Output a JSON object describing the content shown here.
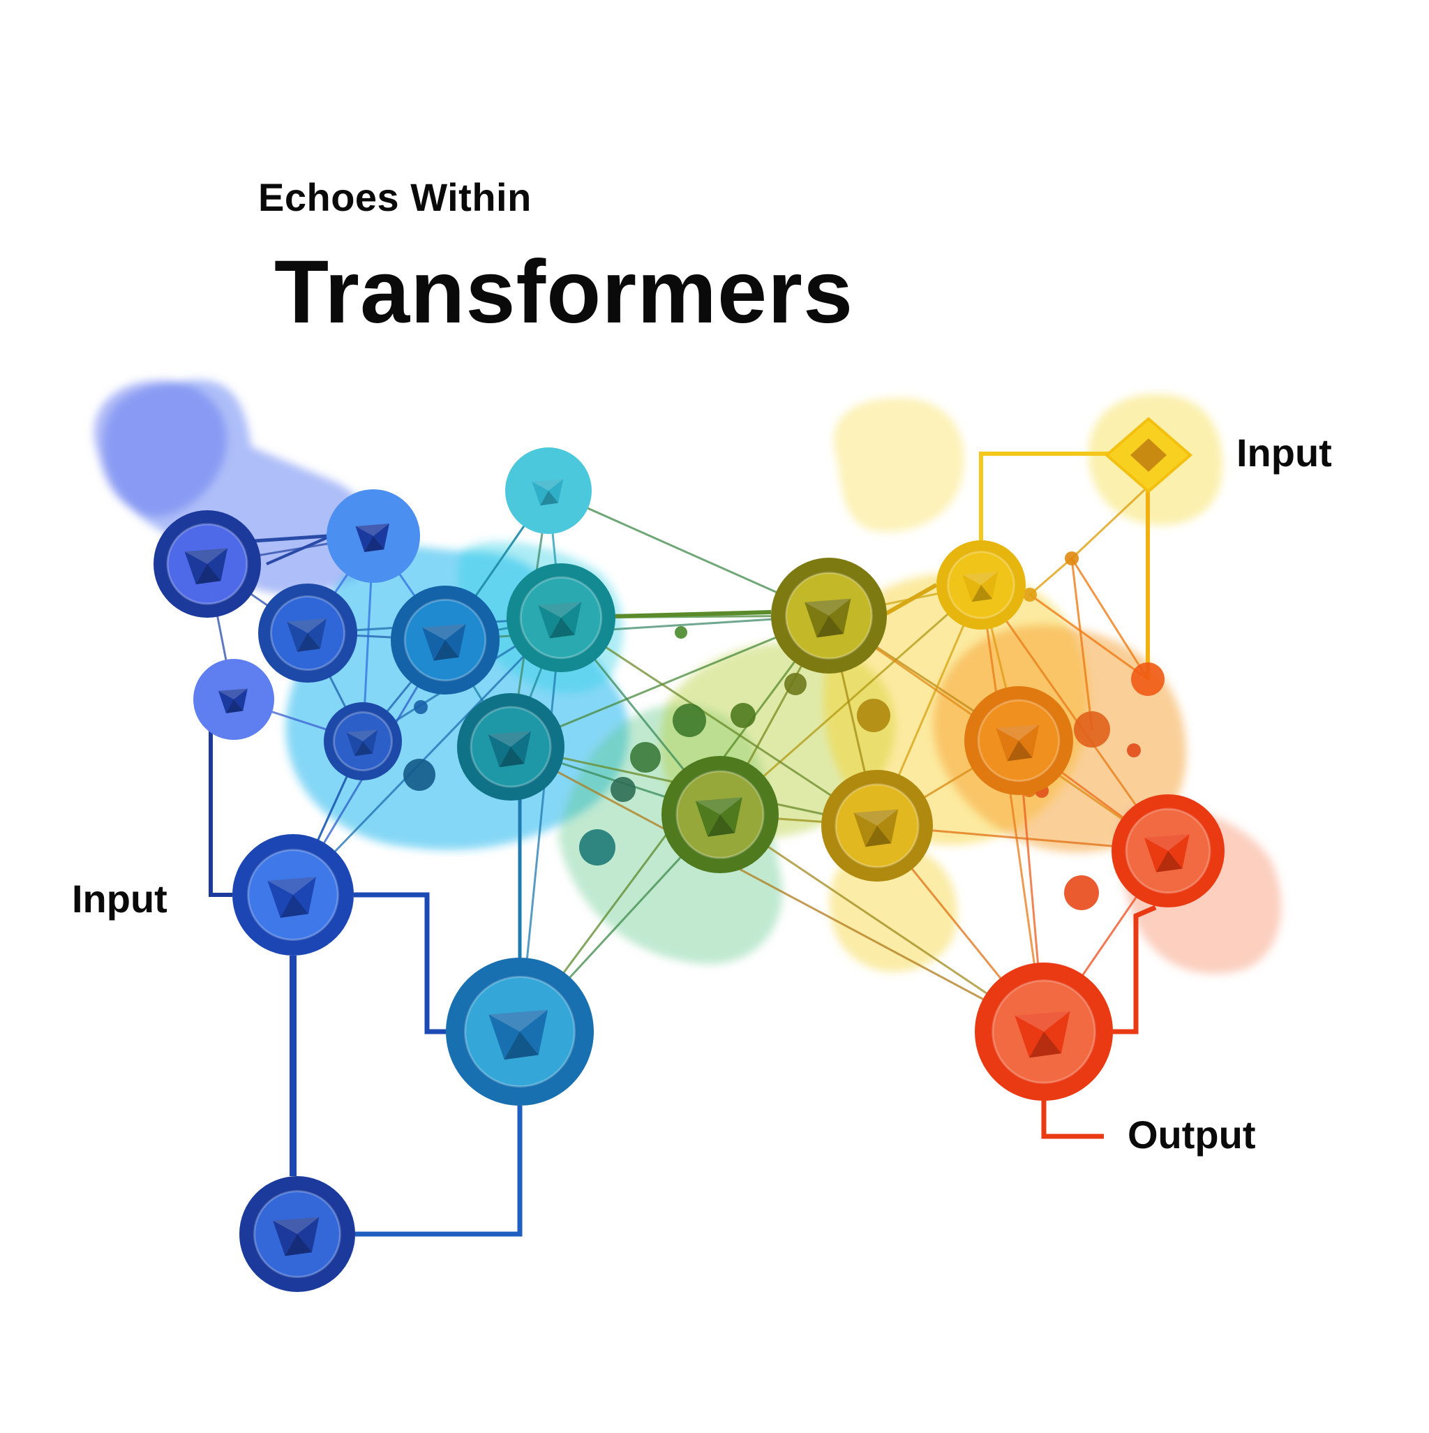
{
  "title": {
    "kicker": "Echoes Within",
    "main": "Transformers"
  },
  "labels": {
    "input_right": "Input",
    "input_left": "Input",
    "output": "Output"
  },
  "colors": {
    "deep_blue": "#1b3a9c",
    "blue": "#2f6fe0",
    "cyan": "#35b9d8",
    "teal": "#0f8a95",
    "green": "#5a9a3a",
    "olive": "#8a8e20",
    "yellow": "#f4c81a",
    "orange": "#f08a12",
    "red_orange": "#f2461c"
  },
  "icons": {
    "node_glyph": "faceted-diamond-icon"
  }
}
